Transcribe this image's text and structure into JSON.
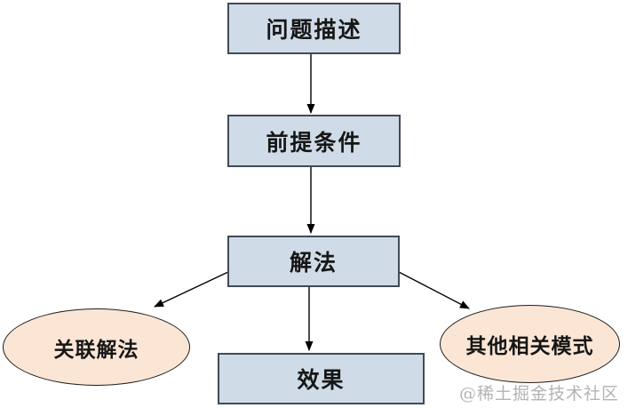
{
  "diagram": {
    "title": "pattern-structure-flowchart",
    "nodes": {
      "problem": {
        "label": "问题描述",
        "shape": "rect"
      },
      "precondition": {
        "label": "前提条件",
        "shape": "rect"
      },
      "solution": {
        "label": "解法",
        "shape": "rect"
      },
      "effect": {
        "label": "效果",
        "shape": "rect"
      },
      "related": {
        "label": "关联解法",
        "shape": "ellipse"
      },
      "other": {
        "label": "其他相关模式",
        "shape": "ellipse"
      }
    },
    "edges": [
      {
        "from": "problem",
        "to": "precondition"
      },
      {
        "from": "precondition",
        "to": "solution"
      },
      {
        "from": "solution",
        "to": "related"
      },
      {
        "from": "solution",
        "to": "effect"
      },
      {
        "from": "solution",
        "to": "other"
      }
    ],
    "watermark": "@稀土掘金技术社区",
    "colors": {
      "box_fill": "#cfdbe7",
      "box_border": "#424a56",
      "ellipse_fill": "#fbe6d5",
      "ellipse_border": "#1d1d1d",
      "arrow": "#000000",
      "watermark": "#b3b3b3",
      "background": "#ffffff"
    }
  }
}
